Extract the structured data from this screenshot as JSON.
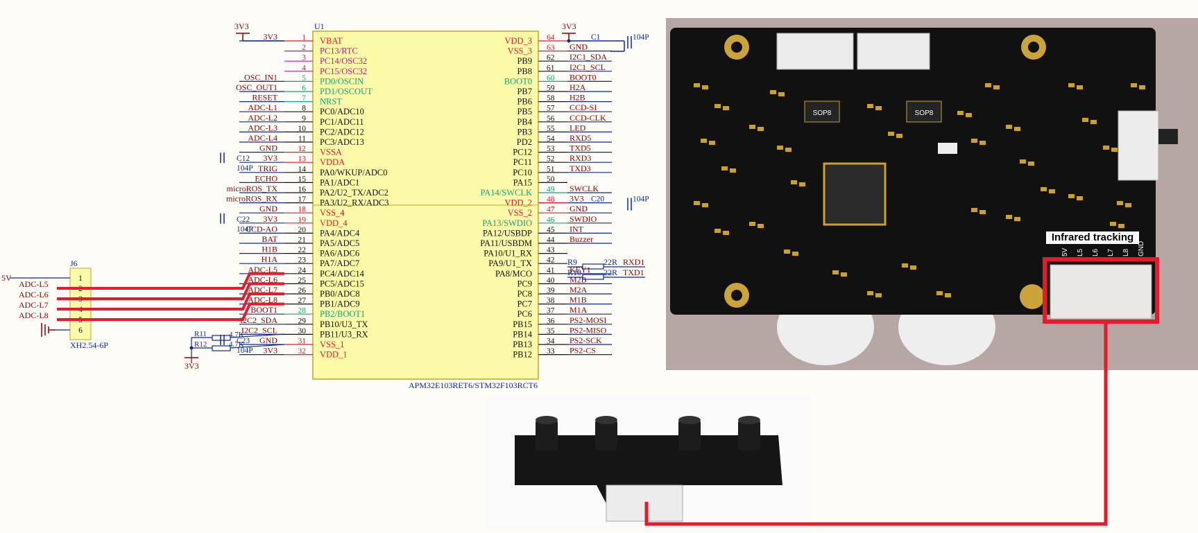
{
  "chip": {
    "ref": "U1",
    "part": "APM32E103RET6/STM32F103RCT6",
    "left_pins": [
      {
        "num": "1",
        "name": "VBAT",
        "net": "3V3",
        "nc": "red"
      },
      {
        "num": "2",
        "name": "PC13/RTC",
        "net": "",
        "nc": "magenta"
      },
      {
        "num": "3",
        "name": "PC14/OSC32",
        "net": "",
        "nc": "magenta"
      },
      {
        "num": "4",
        "name": "PC15/OSC32",
        "net": "",
        "nc": "magenta"
      },
      {
        "num": "5",
        "name": "PD0/OSCIN",
        "net": "OSC_IN1",
        "nc": "green"
      },
      {
        "num": "6",
        "name": "PD1/OSCOUT",
        "net": "OSC_OUT1",
        "nc": "green"
      },
      {
        "num": "7",
        "name": "NRST",
        "net": "RESET",
        "nc": "green"
      },
      {
        "num": "8",
        "name": "PC0/ADC10",
        "net": "ADC-L1",
        "nc": "black"
      },
      {
        "num": "9",
        "name": "PC1/ADC11",
        "net": "ADC-L2",
        "nc": "black"
      },
      {
        "num": "10",
        "name": "PC2/ADC12",
        "net": "ADC-L3",
        "nc": "black"
      },
      {
        "num": "11",
        "name": "PC3/ADC13",
        "net": "ADC-L4",
        "nc": "black"
      },
      {
        "num": "12",
        "name": "VSSA",
        "net": "GND",
        "nc": "red"
      },
      {
        "num": "13",
        "name": "VDDA",
        "net": "3V3",
        "nc": "red"
      },
      {
        "num": "14",
        "name": "PA0/WKUP/ADC0",
        "net": "TRIG",
        "nc": "black"
      },
      {
        "num": "15",
        "name": "PA1/ADC1",
        "net": "ECHO",
        "nc": "black"
      },
      {
        "num": "16",
        "name": "PA2/U2_TX/ADC2",
        "net": "microROS_TX",
        "nc": "black"
      },
      {
        "num": "17",
        "name": "PA3/U2_RX/ADC3",
        "net": "microROS_RX",
        "nc": "black"
      },
      {
        "num": "18",
        "name": "VSS_4",
        "net": "GND",
        "nc": "red"
      },
      {
        "num": "19",
        "name": "VDD_4",
        "net": "3V3",
        "nc": "red"
      },
      {
        "num": "20",
        "name": "PA4/ADC4",
        "net": "CCD-AO",
        "nc": "black"
      },
      {
        "num": "21",
        "name": "PA5/ADC5",
        "net": "BAT",
        "nc": "black"
      },
      {
        "num": "22",
        "name": "PA6/ADC6",
        "net": "H1B",
        "nc": "black"
      },
      {
        "num": "23",
        "name": "PA7/ADC7",
        "net": "H1A",
        "nc": "black"
      },
      {
        "num": "24",
        "name": "PC4/ADC14",
        "net": "ADC-L5",
        "nc": "black"
      },
      {
        "num": "25",
        "name": "PC5/ADC15",
        "net": "ADC-L6",
        "nc": "black"
      },
      {
        "num": "26",
        "name": "PB0/ADC8",
        "net": "ADC-L7",
        "nc": "black"
      },
      {
        "num": "27",
        "name": "PB1/ADC9",
        "net": "ADC-L8",
        "nc": "black"
      },
      {
        "num": "28",
        "name": "PB2/BOOT1",
        "net": "BOOT1",
        "nc": "green"
      },
      {
        "num": "29",
        "name": "PB10/U3_TX",
        "net": "I2C2_SDA",
        "nc": "black"
      },
      {
        "num": "30",
        "name": "PB11/U3_RX",
        "net": "I2C2_SCL",
        "nc": "black"
      },
      {
        "num": "31",
        "name": "VSS_1",
        "net": "GND",
        "nc": "red"
      },
      {
        "num": "32",
        "name": "VDD_1",
        "net": "3V3",
        "nc": "red"
      }
    ],
    "right_pins": [
      {
        "num": "64",
        "name": "VDD_3",
        "net": "",
        "nc": "red"
      },
      {
        "num": "63",
        "name": "VSS_3",
        "net": "GND",
        "nc": "red"
      },
      {
        "num": "62",
        "name": "PB9",
        "net": "I2C1_SDA",
        "nc": "black"
      },
      {
        "num": "61",
        "name": "PB8",
        "net": "I2C1_SCL",
        "nc": "black"
      },
      {
        "num": "60",
        "name": "BOOT0",
        "net": "BOOT0",
        "nc": "green"
      },
      {
        "num": "59",
        "name": "PB7",
        "net": "H2A",
        "nc": "black"
      },
      {
        "num": "58",
        "name": "PB6",
        "net": "H2B",
        "nc": "black"
      },
      {
        "num": "57",
        "name": "PB5",
        "net": "CCD-SI",
        "nc": "black"
      },
      {
        "num": "56",
        "name": "PB4",
        "net": "CCD-CLK",
        "nc": "black"
      },
      {
        "num": "55",
        "name": "PB3",
        "net": "LED",
        "nc": "black"
      },
      {
        "num": "54",
        "name": "PD2",
        "net": "RXD5",
        "nc": "black"
      },
      {
        "num": "53",
        "name": "PC12",
        "net": "TXD5",
        "nc": "black"
      },
      {
        "num": "52",
        "name": "PC11",
        "net": "RXD3",
        "nc": "black"
      },
      {
        "num": "51",
        "name": "PC10",
        "net": "TXD3",
        "nc": "black"
      },
      {
        "num": "50",
        "name": "PA15",
        "net": "",
        "nc": "black"
      },
      {
        "num": "49",
        "name": "PA14/SWCLK",
        "net": "SWCLK",
        "nc": "green"
      },
      {
        "num": "48",
        "name": "VDD_2",
        "net": "3V3",
        "nc": "red"
      },
      {
        "num": "47",
        "name": "VSS_2",
        "net": "GND",
        "nc": "red"
      },
      {
        "num": "46",
        "name": "PA13/SWDIO",
        "net": "SWDIO",
        "nc": "green"
      },
      {
        "num": "45",
        "name": "PA12/USBDP",
        "net": "INT",
        "nc": "black"
      },
      {
        "num": "44",
        "name": "PA11/USBDM",
        "net": "Buzzer",
        "nc": "black"
      },
      {
        "num": "43",
        "name": "PA10/U1_RX",
        "net": "",
        "nc": "black"
      },
      {
        "num": "42",
        "name": "PA9/U1_TX",
        "net": "",
        "nc": "black"
      },
      {
        "num": "41",
        "name": "PA8/MCO",
        "net": "KEY1",
        "nc": "black"
      },
      {
        "num": "40",
        "name": "PC9",
        "net": "M2B",
        "nc": "black"
      },
      {
        "num": "39",
        "name": "PC8",
        "net": "M2A",
        "nc": "black"
      },
      {
        "num": "38",
        "name": "PC7",
        "net": "M1B",
        "nc": "black"
      },
      {
        "num": "37",
        "name": "PC6",
        "net": "M1A",
        "nc": "black"
      },
      {
        "num": "36",
        "name": "PB15",
        "net": "PS2-MOSI",
        "nc": "black"
      },
      {
        "num": "35",
        "name": "PB14",
        "net": "PS2-MISO",
        "nc": "black"
      },
      {
        "num": "34",
        "name": "PB13",
        "net": "PS2-SCK",
        "nc": "black"
      },
      {
        "num": "33",
        "name": "PB12",
        "net": "PS2-CS",
        "nc": "black"
      }
    ]
  },
  "left_caps": [
    {
      "ref": "C12",
      "val": "104P"
    },
    {
      "ref": "C22",
      "val": "104P"
    },
    {
      "ref": "C23",
      "val": "104P"
    }
  ],
  "right_caps": [
    {
      "ref": "C1",
      "val": "104P"
    },
    {
      "ref": "C20",
      "val": "104P"
    }
  ],
  "top_power": [
    "3V3",
    "3V3"
  ],
  "bottom_power": "3V3",
  "pullups": [
    {
      "ref": "R11",
      "val": "4.7K"
    },
    {
      "ref": "R12",
      "val": "4.7K"
    }
  ],
  "uart_res": [
    {
      "ref": "R9",
      "val": "22R",
      "net": "RXD1"
    },
    {
      "ref": "R10",
      "val": "22R",
      "net": "TXD1"
    }
  ],
  "connector": {
    "ref": "J6",
    "part": "XH2.54-6P",
    "supply": "5V",
    "pins": [
      "1",
      "2",
      "3",
      "4",
      "5",
      "6"
    ],
    "nets": [
      "ADC-L5",
      "ADC-L6",
      "ADC-L7",
      "ADC-L8"
    ]
  },
  "pcb": {
    "label": "Infrared tracking",
    "header_pins": [
      "5V",
      "L5",
      "L6",
      "L7",
      "L8",
      "GND"
    ],
    "chip_marks": [
      "SOP8",
      "SOP8"
    ]
  },
  "colors": {
    "highlight": "#e8192c",
    "chip_fill": "#fafaa8",
    "wire": "#0b2a9c",
    "net": "#8b0000",
    "pin_red": "#e8192c",
    "pin_green": "#14a37a",
    "pin_magenta": "#c4148a"
  }
}
